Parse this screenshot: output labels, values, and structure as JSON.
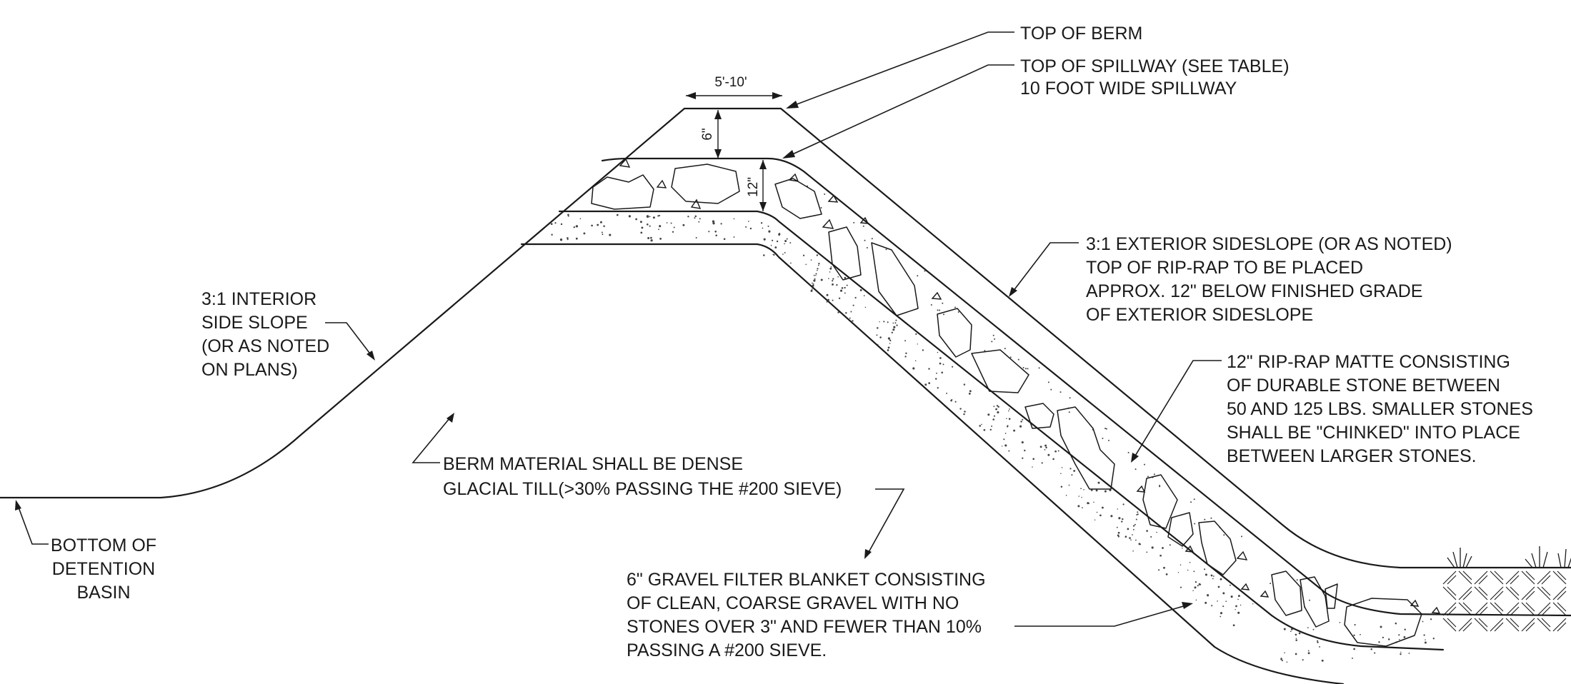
{
  "drawing": {
    "dimensions": {
      "crest_width": "5'-10'",
      "cap_depth": "6\"",
      "riprap_depth": "12\""
    },
    "callouts": {
      "top_of_berm": [
        "TOP OF BERM"
      ],
      "top_of_spillway": [
        "TOP OF SPILLWAY (SEE TABLE)",
        "10 FOOT WIDE SPILLWAY"
      ],
      "interior_slope": [
        "3:1 INTERIOR",
        "SIDE SLOPE",
        "(OR AS NOTED",
        "ON PLANS)"
      ],
      "exterior_slope": [
        "3:1 EXTERIOR SIDESLOPE (OR AS NOTED)",
        "TOP OF RIP-RAP TO BE PLACED",
        "APPROX. 12\" BELOW FINISHED GRADE",
        "OF EXTERIOR SIDESLOPE"
      ],
      "riprap_matte": [
        "12\" RIP-RAP MATTE CONSISTING",
        "OF DURABLE STONE BETWEEN",
        "50 AND 125 LBS.  SMALLER STONES",
        "SHALL BE \"CHINKED\" INTO PLACE",
        "BETWEEN LARGER STONES."
      ],
      "berm_material": [
        "BERM MATERIAL SHALL BE DENSE",
        "GLACIAL TILL(>30% PASSING THE #200 SIEVE)"
      ],
      "basin_bottom": [
        "BOTTOM OF",
        "DETENTION",
        "BASIN"
      ],
      "gravel_filter": [
        "6\" GRAVEL FILTER BLANKET CONSISTING",
        "OF CLEAN, COARSE GRAVEL WITH NO",
        "STONES OVER 3\" AND FEWER THAN 10%",
        "PASSING A #200 SIEVE."
      ]
    }
  }
}
